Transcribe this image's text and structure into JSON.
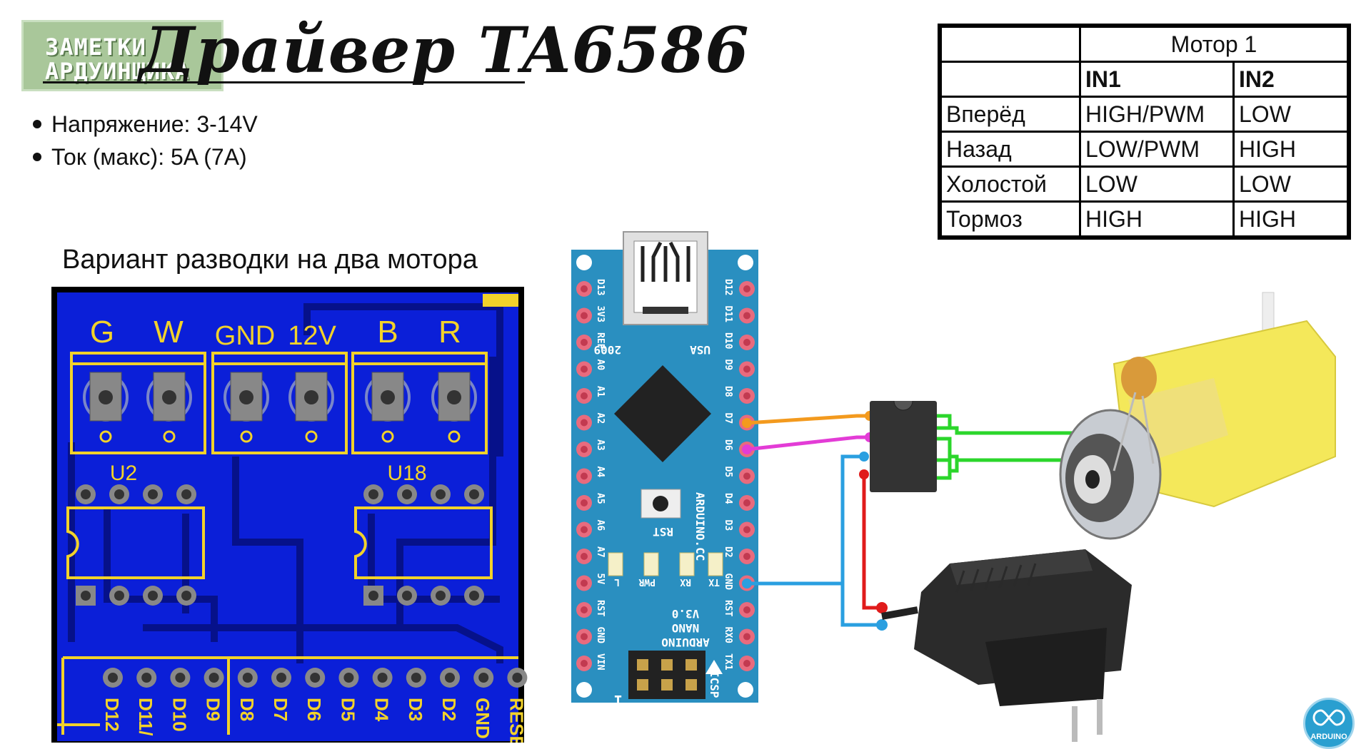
{
  "logo": {
    "line1": "ЗАМЕТКИ",
    "line2": "АРДУИНЩИКА"
  },
  "title": "Драйвер TA6586",
  "bullets": [
    "Напряжение: 3-14V",
    "Ток (макс): 5A (7A)"
  ],
  "pcb": {
    "caption": "Вариант разводки на два мотора",
    "terminal_labels": [
      "G",
      "W",
      "GND",
      "12V",
      "B",
      "R"
    ],
    "ic_labels": [
      "U2",
      "U18"
    ],
    "header_labels": [
      "D12",
      "D11/",
      "D10",
      "D9",
      "D8",
      "D7",
      "D6",
      "D5",
      "D4",
      "D3",
      "D2",
      "GND",
      "RESE"
    ]
  },
  "nano": {
    "left_pins": [
      "D13",
      "3V3",
      "REF",
      "A0",
      "A1",
      "A2",
      "A3",
      "A4",
      "A5",
      "A6",
      "A7",
      "5V",
      "RST",
      "GND",
      "VIN"
    ],
    "right_pins": [
      "D12",
      "D11",
      "D10",
      "D9",
      "D8",
      "D7",
      "D6",
      "D5",
      "D4",
      "D3",
      "D2",
      "GND",
      "RST",
      "RX0",
      "TX1"
    ],
    "year": "2009",
    "country": "USA",
    "rst": "RST",
    "site": "ARDUINO.CC",
    "leds": [
      "L",
      "PWR",
      "RX",
      "TX"
    ],
    "board_name": [
      "ARDUINO",
      "NANO",
      "V3.0"
    ],
    "icsp": "ICSP",
    "icsp_one": "1"
  },
  "table": {
    "header": "Мотор 1",
    "subheaders": [
      "IN1",
      "IN2"
    ],
    "rows": [
      {
        "label": "Вперёд",
        "in1": "HIGH/PWM",
        "in2": "LOW"
      },
      {
        "label": "Назад",
        "in1": "LOW/PWM",
        "in2": "HIGH"
      },
      {
        "label": "Холостой",
        "in1": "LOW",
        "in2": "LOW"
      },
      {
        "label": "Тормоз",
        "in1": "HIGH",
        "in2": "HIGH"
      }
    ]
  },
  "corner_logo": "ARDUINO",
  "colors": {
    "pcb_blue": "#0b1fd8",
    "pcb_silk": "#f2d22a",
    "nano_blue": "#2a8fc0",
    "wire_orange": "#f39a1e",
    "wire_magenta": "#e33cd6",
    "wire_blue": "#2a9fe0",
    "wire_red": "#e01b1b",
    "wire_green": "#2bd62b",
    "motor_yellow": "#f4e85a"
  }
}
